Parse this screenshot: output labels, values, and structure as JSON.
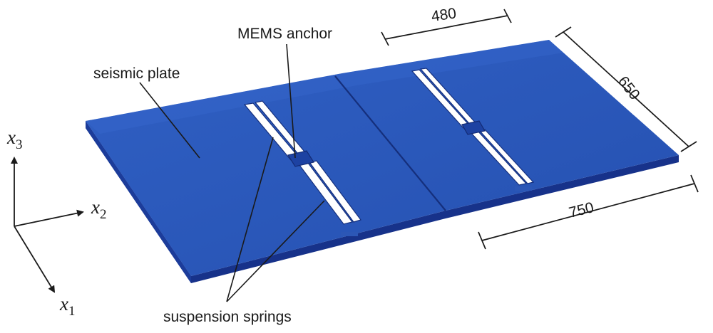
{
  "labels": {
    "seismic_plate": "seismic plate",
    "mems_anchor": "MEMS anchor",
    "suspension_springs": "suspension springs"
  },
  "axes": {
    "x1": {
      "symbol": "x",
      "subscript": "1"
    },
    "x2": {
      "symbol": "x",
      "subscript": "2"
    },
    "x3": {
      "symbol": "x",
      "subscript": "3"
    }
  },
  "dimensions": {
    "width_480": "480",
    "depth_650": "650",
    "length_750": "750"
  },
  "colors": {
    "plate_top": "#2a56b8",
    "plate_side": "#17328a",
    "slot": "#ffffff",
    "ink": "#1a1a1a"
  }
}
